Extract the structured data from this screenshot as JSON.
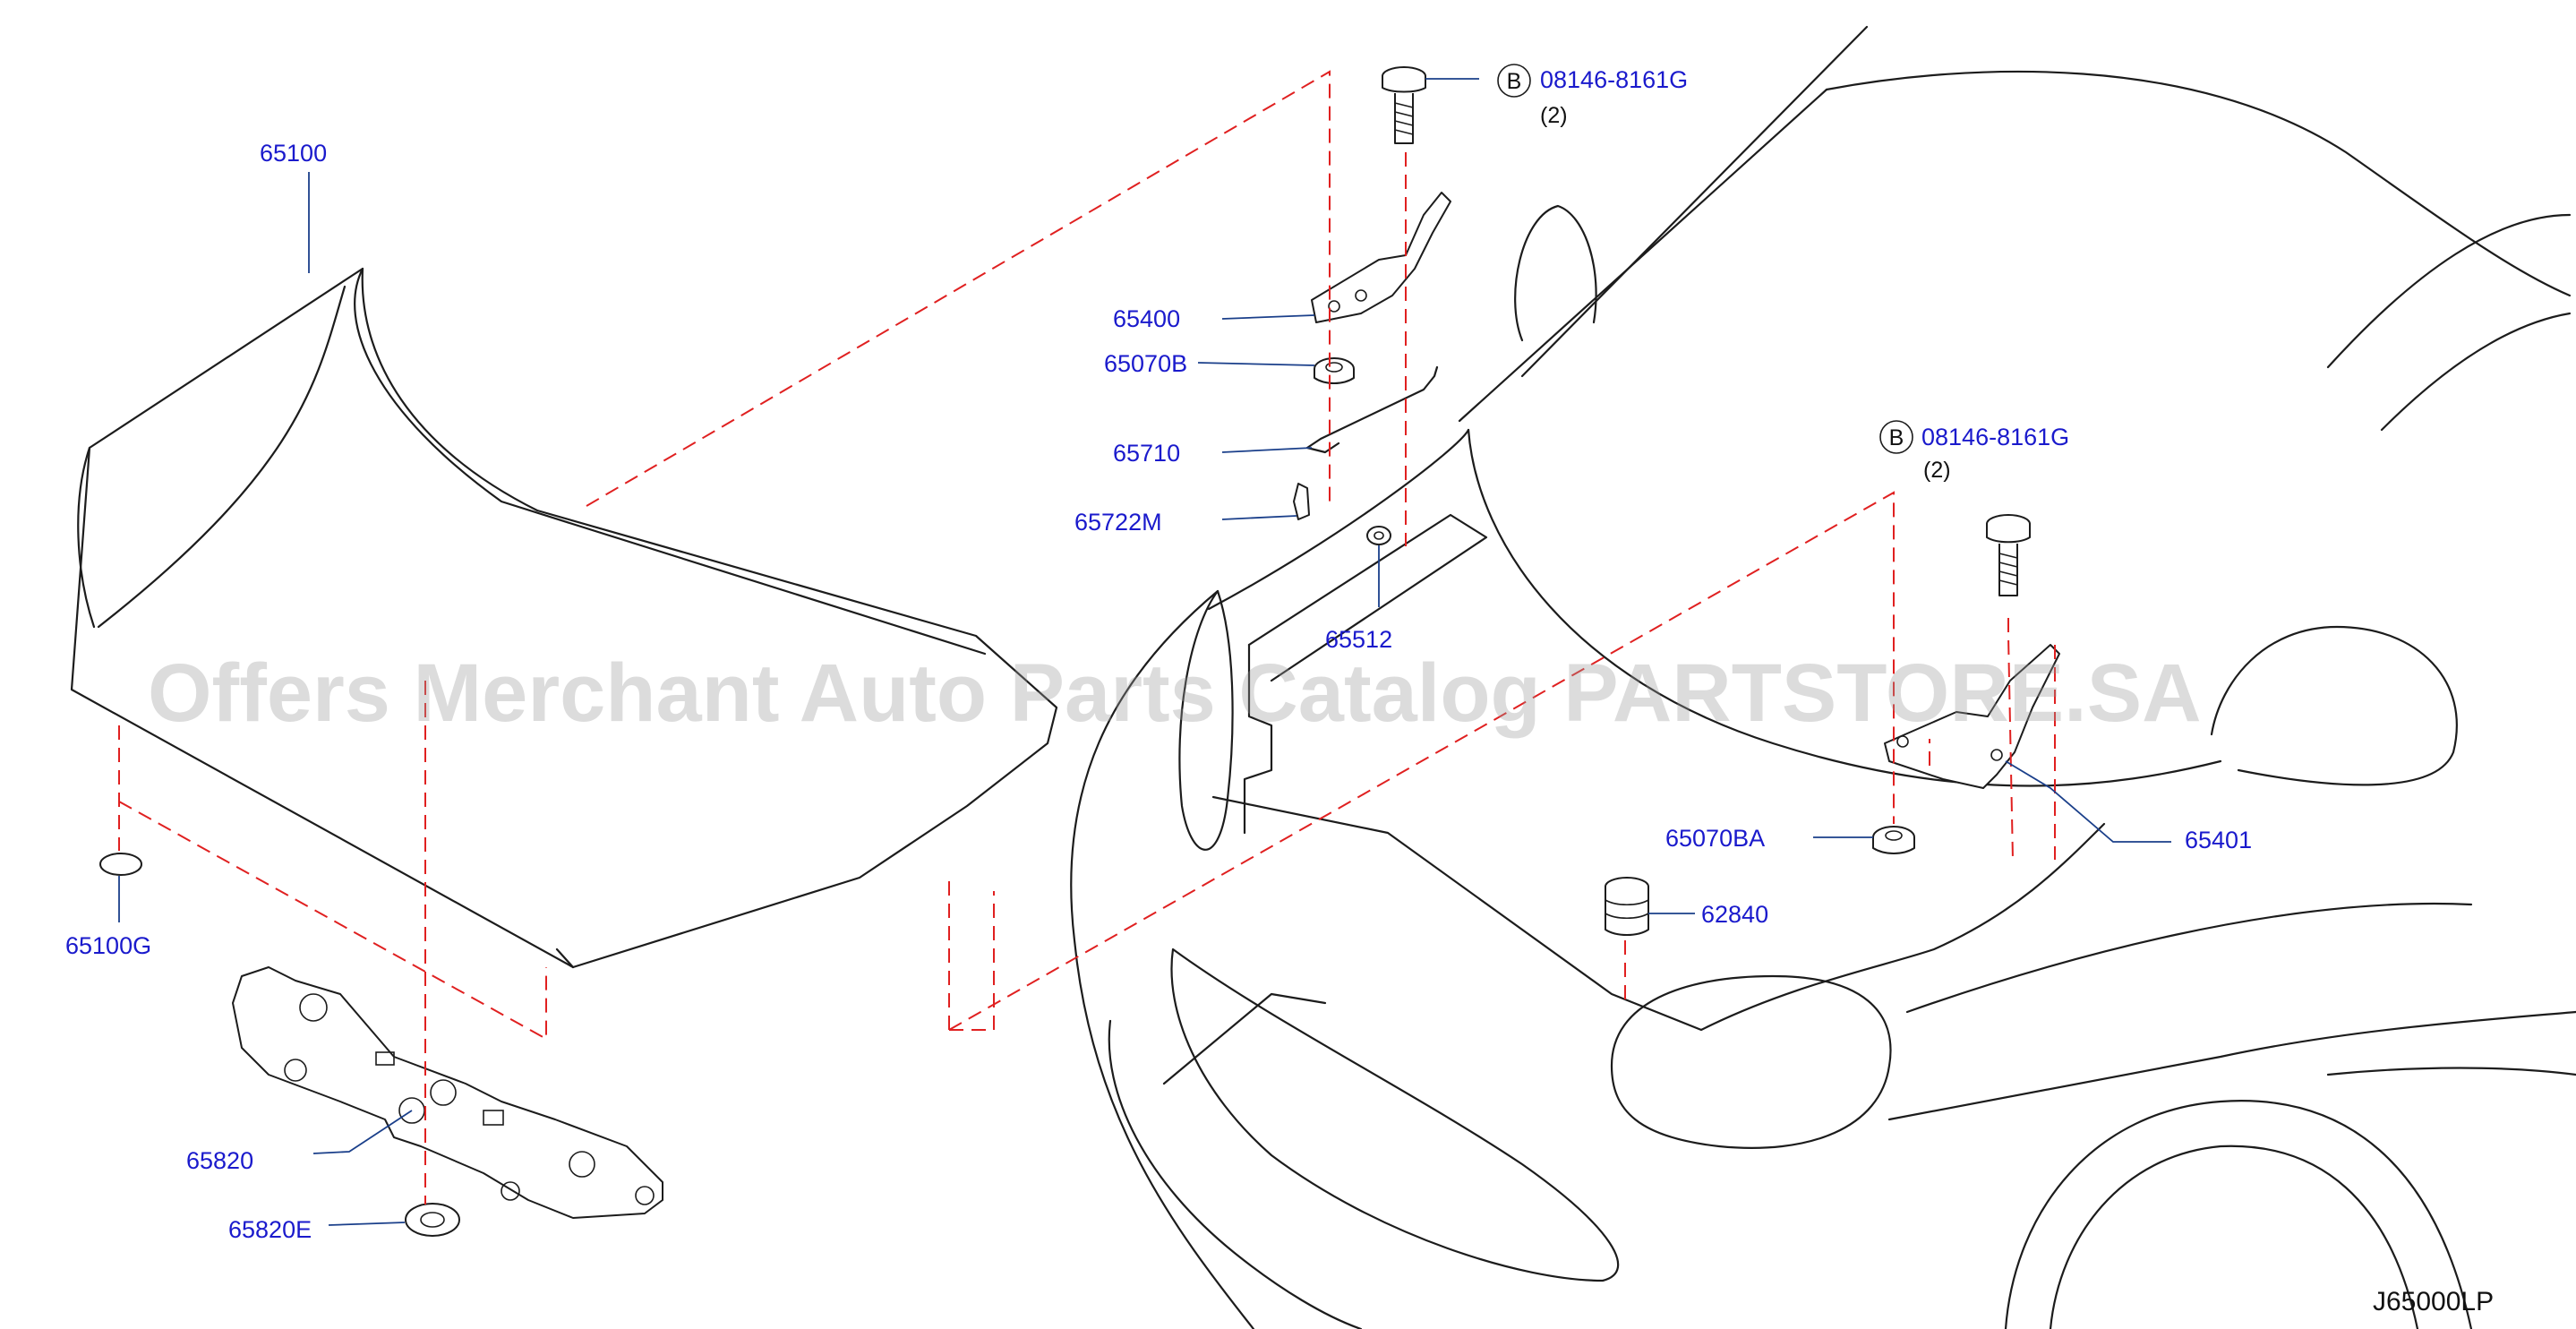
{
  "diagram": {
    "callouts": {
      "p65100": "65100",
      "p65100G": "65100G",
      "p65820": "65820",
      "p65820E": "65820E",
      "p65400": "65400",
      "p65070B": "65070B",
      "p65710": "65710",
      "p65722M": "65722M",
      "p65512": "65512",
      "p08146_1": "08146-8161G",
      "qty1": "(2)",
      "p08146_2": "08146-8161G",
      "qty2": "(2)",
      "p65070BA": "65070BA",
      "p62840": "62840",
      "p65401": "65401"
    },
    "bolt_symbol": "B",
    "watermark": "Offers Merchant Auto Parts Catalog PARTSTORE.SA",
    "drawing_code": "J65000LP",
    "colors": {
      "label": "#1a1acc",
      "leader": "#1a3f8a",
      "dashed": "#e02020",
      "line": "#1c1c1c"
    }
  }
}
